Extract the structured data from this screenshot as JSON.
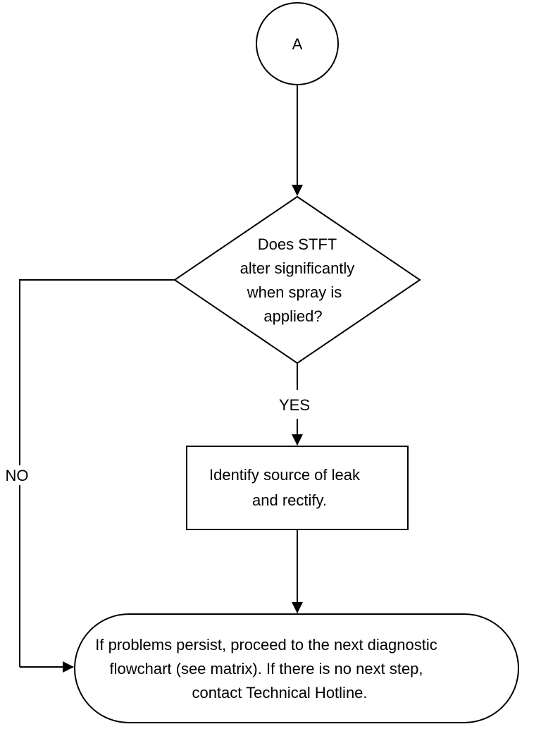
{
  "connector": {
    "label": "A"
  },
  "decision": {
    "lines": [
      "Does STFT",
      "alter significantly",
      "when spray is",
      "applied?"
    ]
  },
  "yes_label": "YES",
  "no_label": "NO",
  "process": {
    "lines": [
      "Identify source of leak",
      "and rectify."
    ]
  },
  "terminal": {
    "lines": [
      "If problems persist, proceed to the next diagnostic",
      "flowchart (see matrix). If there is no next step,",
      "contact Technical Hotline."
    ]
  }
}
